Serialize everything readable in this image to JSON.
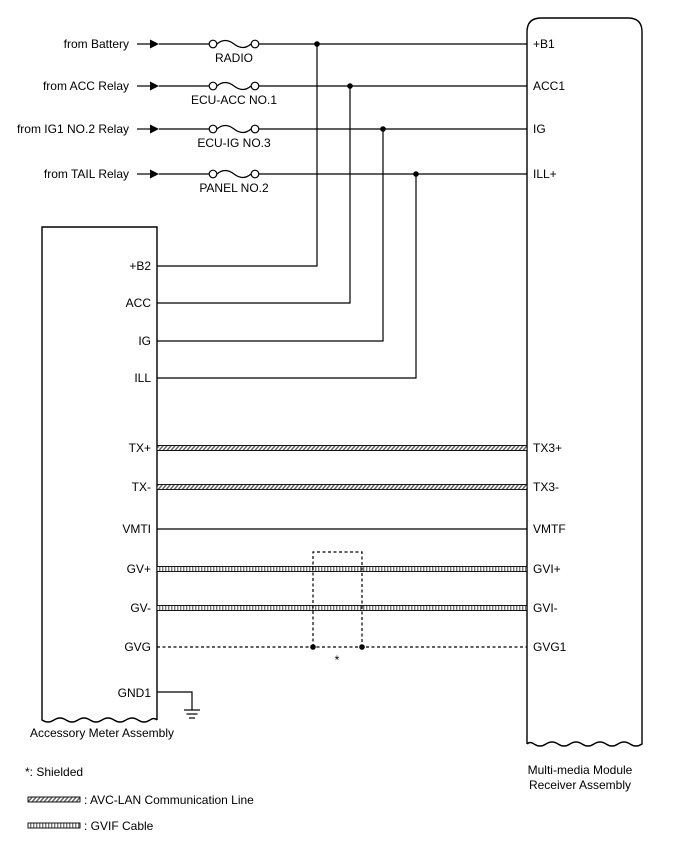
{
  "sources": [
    {
      "label": "from Battery",
      "fuse": "RADIO",
      "receiver_pin": "+B1",
      "meter_pin": "+B2"
    },
    {
      "label": "from ACC Relay",
      "fuse": "ECU-ACC NO.1",
      "receiver_pin": "ACC1",
      "meter_pin": "ACC"
    },
    {
      "label": "from IG1 NO.2 Relay",
      "fuse": "ECU-IG NO.3",
      "receiver_pin": "IG",
      "meter_pin": "IG"
    },
    {
      "label": "from TAIL Relay",
      "fuse": "PANEL NO.2",
      "receiver_pin": "ILL+",
      "meter_pin": "ILL"
    }
  ],
  "signals": [
    {
      "left": "TX+",
      "right": "TX3+",
      "kind": "avc"
    },
    {
      "left": "TX-",
      "right": "TX3-",
      "kind": "avc"
    },
    {
      "left": "VMTI",
      "right": "VMTF",
      "kind": "plain"
    },
    {
      "left": "GV+",
      "right": "GVI+",
      "kind": "gvif"
    },
    {
      "left": "GV-",
      "right": "GVI-",
      "kind": "gvif"
    },
    {
      "left": "GVG",
      "right": "GVG1",
      "kind": "shield"
    }
  ],
  "ground_pin": "GND1",
  "shield_mark": "*",
  "meter_name": "Accessory Meter Assembly",
  "receiver_name_line1": "Multi-media Module",
  "receiver_name_line2": "Receiver Assembly",
  "legend": {
    "shielded": "*: Shielded",
    "avc": ": AVC-LAN Communication Line",
    "gvif": ": GVIF Cable"
  }
}
